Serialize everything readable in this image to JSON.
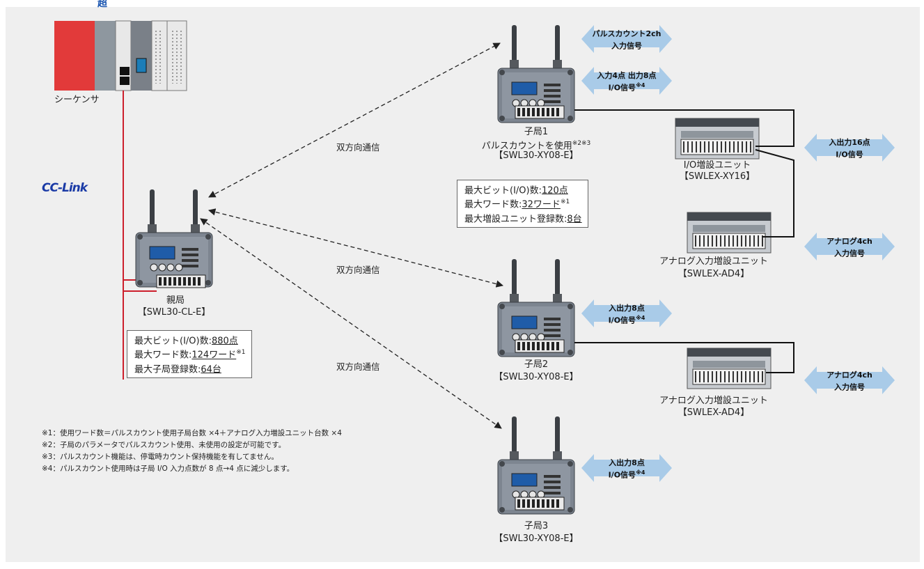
{
  "top_fragment": "超",
  "plc_label": "シーケンサ",
  "cclink_logo": {
    "main": "CC",
    "sub": "-Link"
  },
  "master": {
    "name": "親局",
    "model": "【SWL30-CL-E】",
    "spec": [
      {
        "text": "最大ビット(I/O)数:",
        "value": "880点",
        "note": ""
      },
      {
        "text": "最大ワード数:",
        "value": "124ワード",
        "note": "※1"
      },
      {
        "text": "最大子局登録数:",
        "value": "64台",
        "note": ""
      }
    ]
  },
  "slave1": {
    "line1": "子局1",
    "line2": "パルスカウントを使用",
    "line2_note": "※2※3",
    "model": "【SWL30-XY08-E】",
    "spec": [
      {
        "text": "最大ビット(I/O)数:",
        "value": "120点",
        "note": ""
      },
      {
        "text": "最大ワード数:",
        "value": "32ワード",
        "note": "※1"
      },
      {
        "text": "最大増設ユニット登録数:",
        "value": "8台",
        "note": ""
      }
    ]
  },
  "slave2": {
    "line1": "子局2",
    "model": "【SWL30-XY08-E】"
  },
  "slave3": {
    "line1": "子局3",
    "model": "【SWL30-XY08-E】"
  },
  "io_unit": {
    "line1": "I/O増設ユニット",
    "model": "【SWLEX-XY16】"
  },
  "analog_unit_1": {
    "line1": "アナログ入力増設ユニット",
    "model": "【SWLEX-AD4】"
  },
  "analog_unit_2": {
    "line1": "アナログ入力増設ユニット",
    "model": "【SWLEX-AD4】"
  },
  "comm_label": "双方向通信",
  "arrows": {
    "pulse": {
      "l1": "パルスカウント2ch",
      "l2": "入力信号",
      "note": ""
    },
    "in4out8": {
      "l1": "入力4点 出力8点",
      "l2": "I/O信号",
      "note": "※4"
    },
    "io16": {
      "l1": "入出力16点",
      "l2": "I/O信号",
      "note": ""
    },
    "analog1": {
      "l1": "アナログ4ch",
      "l2": "入力信号",
      "note": ""
    },
    "io8_s2": {
      "l1": "入出力8点",
      "l2": "I/O信号",
      "note": "※4"
    },
    "analog2": {
      "l1": "アナログ4ch",
      "l2": "入力信号",
      "note": ""
    },
    "io8_s3": {
      "l1": "入出力8点",
      "l2": "I/O信号",
      "note": "※4"
    }
  },
  "notes": [
    "※1：使用ワード数＝パルスカウント使用子局台数 ×4＋アナログ入力増設ユニット台数 ×4",
    "※2：子局のパラメータでパルスカウント使用、未使用の設定が可能です。",
    "※3：パルスカウント機能は、停電時カウント保持機能を有してません。",
    "※4：パルスカウント使用時は子局 I/O 入力点数が 8 点→4 点に減少します。"
  ],
  "colors": {
    "panel": "#efefef",
    "cable_red": "#cc1f2b",
    "arrow_fill": "#a9cbe8",
    "device_body": "#7d8590",
    "logo_blue": "#1a3aa6"
  }
}
